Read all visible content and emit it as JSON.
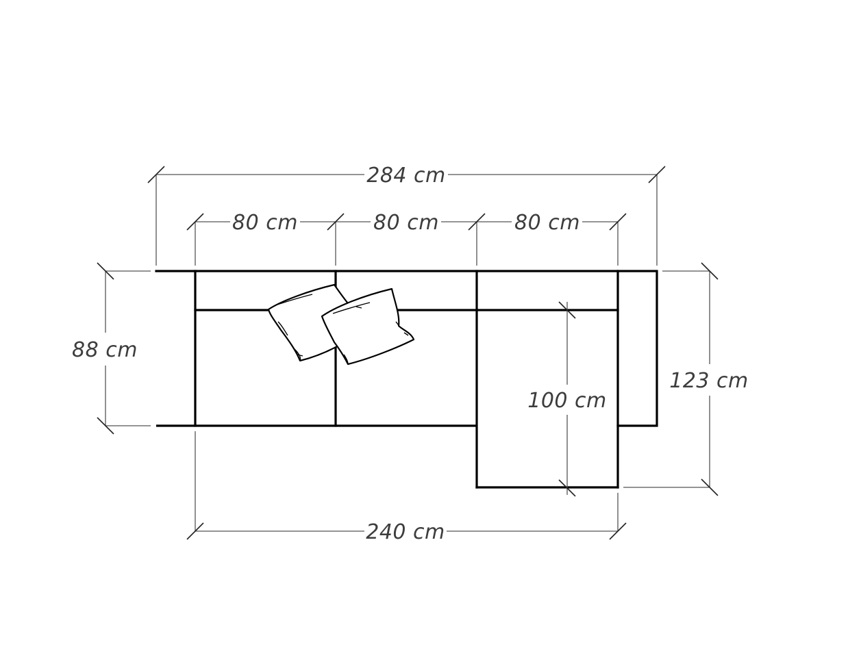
{
  "dimensions": {
    "overall_width": "284 cm",
    "seat_1_width": "80 cm",
    "seat_2_width": "80 cm",
    "seat_3_width": "80 cm",
    "depth": "88 cm",
    "chaise_length": "100 cm",
    "chaise_depth_total": "123 cm",
    "seating_width": "240 cm"
  },
  "colors": {
    "outline": "#000000",
    "dimension_line": "#555555",
    "label": "#3d3d3d",
    "background": "#ffffff"
  }
}
